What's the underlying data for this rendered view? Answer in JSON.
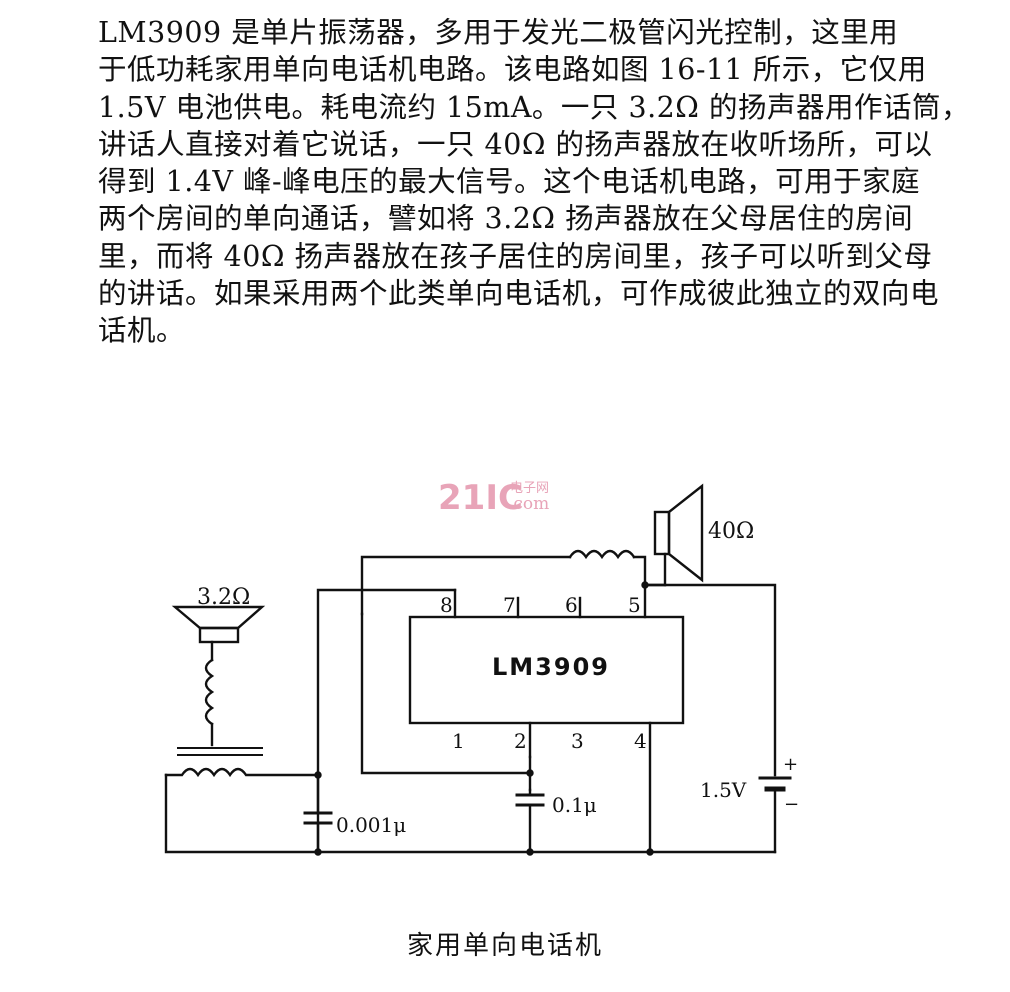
{
  "paragraph": {
    "lines": [
      "LM3909 是单片振荡器，多用于发光二极管闪光控制，这里用",
      "于低功耗家用单向电话机电路。该电路如图 16-11 所示，它仅用",
      "1.5V 电池供电。耗电流约 15mA。一只 3.2Ω 的扬声器用作话筒，",
      "讲话人直接对着它说话，一只 40Ω 的扬声器放在收听场所，可以",
      "得到 1.4V 峰-峰电压的最大信号。这个电话机电路，可用于家庭",
      "两个房间的单向通话，譬如将 3.2Ω 扬声器放在父母居住的房间",
      "里，而将 40Ω 扬声器放在孩子居住的房间里，孩子可以听到父母",
      "的讲话。如果采用两个此类单向电话机，可作成彼此独立的双向电",
      "话机。"
    ]
  },
  "watermark": {
    "brand": "21IC",
    "sub_top": "电子网",
    "sub_bottom": ".com"
  },
  "schematic": {
    "ic_label": "LM3909",
    "pins_top": [
      "8",
      "7",
      "6",
      "5"
    ],
    "pins_bottom": [
      "1",
      "2",
      "3",
      "4"
    ],
    "speaker_mic_label": "3.2Ω",
    "speaker_out_label": "40Ω",
    "cap1_label": "0.001μ",
    "cap2_label": "0.1μ",
    "battery_label": "1.5V",
    "battery_plus": "+",
    "battery_minus": "−"
  },
  "caption": "家用单向电话机"
}
